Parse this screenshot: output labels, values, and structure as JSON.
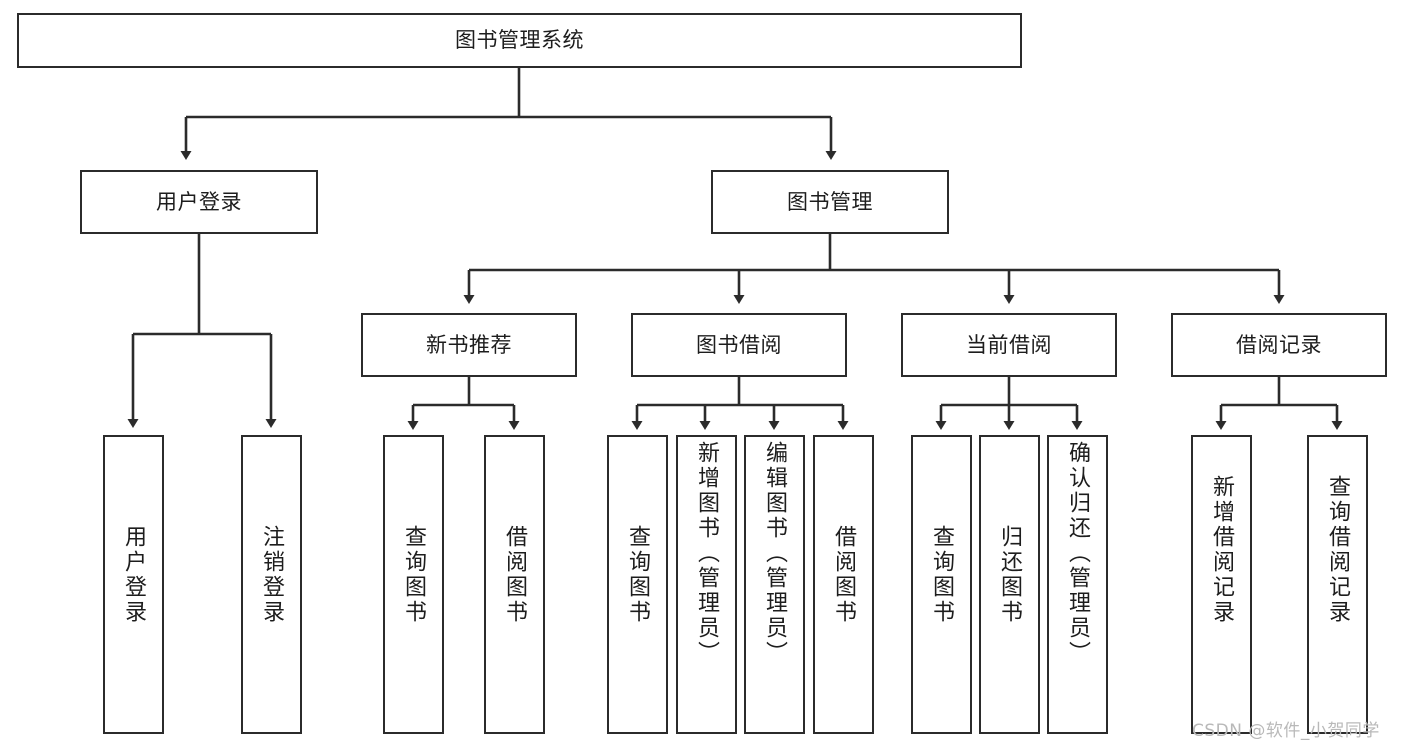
{
  "diagram": {
    "title": "图书管理系统",
    "type": "tree-hierarchy",
    "root": {
      "label": "图书管理系统"
    },
    "level2": [
      {
        "label": "用户登录"
      },
      {
        "label": "图书管理"
      }
    ],
    "level3": [
      {
        "label": "新书推荐"
      },
      {
        "label": "图书借阅"
      },
      {
        "label": "当前借阅"
      },
      {
        "label": "借阅记录"
      }
    ],
    "leaves": {
      "user_login": [
        {
          "label": "用户登录"
        },
        {
          "label": "注销登录"
        }
      ],
      "new_book_recommend": [
        {
          "label": "查询图书"
        },
        {
          "label": "借阅图书"
        }
      ],
      "book_borrow": [
        {
          "label": "查询图书"
        },
        {
          "label": "新增图书（管理员）"
        },
        {
          "label": "编辑图书（管理员）"
        },
        {
          "label": "借阅图书"
        }
      ],
      "current_borrow": [
        {
          "label": "查询图书"
        },
        {
          "label": "归还图书"
        },
        {
          "label": "确认归还（管理员）"
        }
      ],
      "borrow_record": [
        {
          "label": "新增借阅记录"
        },
        {
          "label": "查询借阅记录"
        }
      ]
    }
  },
  "watermark": {
    "text": "CSDN @软件_小贺同学"
  },
  "colors": {
    "stroke": "#2b2b2b",
    "fill": "#ffffff",
    "text": "#1d1d1d",
    "watermark": "#b9b9b9"
  }
}
